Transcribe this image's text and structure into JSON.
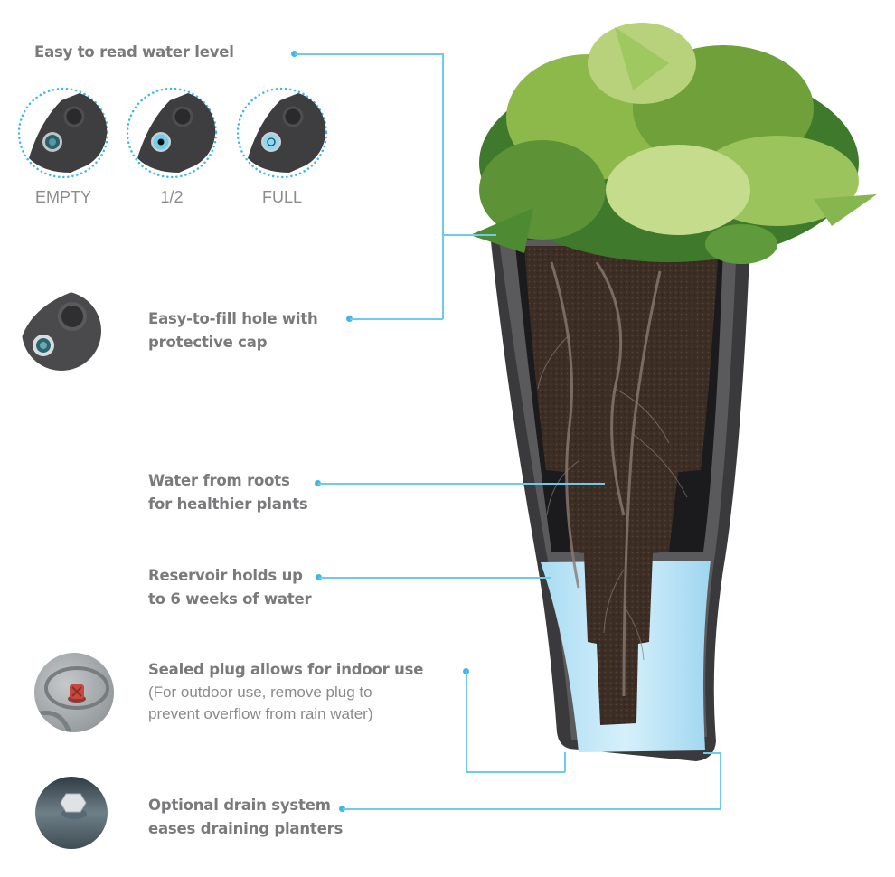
{
  "accent_color": "#3bb8e6",
  "features": {
    "water_level": {
      "title": "Easy to read water level",
      "levels": [
        {
          "label": "EMPTY",
          "icon": "water-gauge-empty-icon"
        },
        {
          "label": "1/2",
          "icon": "water-gauge-half-icon"
        },
        {
          "label": "FULL",
          "icon": "water-gauge-full-icon"
        }
      ]
    },
    "fill_hole": {
      "line1": "Easy-to-fill hole with",
      "line2": "protective cap",
      "icon": "fill-hole-cap-icon"
    },
    "roots": {
      "line1": "Water from roots",
      "line2": "for healthier  plants"
    },
    "reservoir": {
      "line1": "Reservoir holds up",
      "line2": "to 6 weeks of water"
    },
    "sealed_plug": {
      "title": "Sealed plug allows for indoor use",
      "note_line1": "(For outdoor use, remove plug to",
      "note_line2": "prevent overflow from rain water)",
      "icon": "red-plug-icon"
    },
    "drain": {
      "line1": "Optional drain system",
      "line2": "eases draining planters",
      "icon": "drain-bolt-icon"
    }
  }
}
